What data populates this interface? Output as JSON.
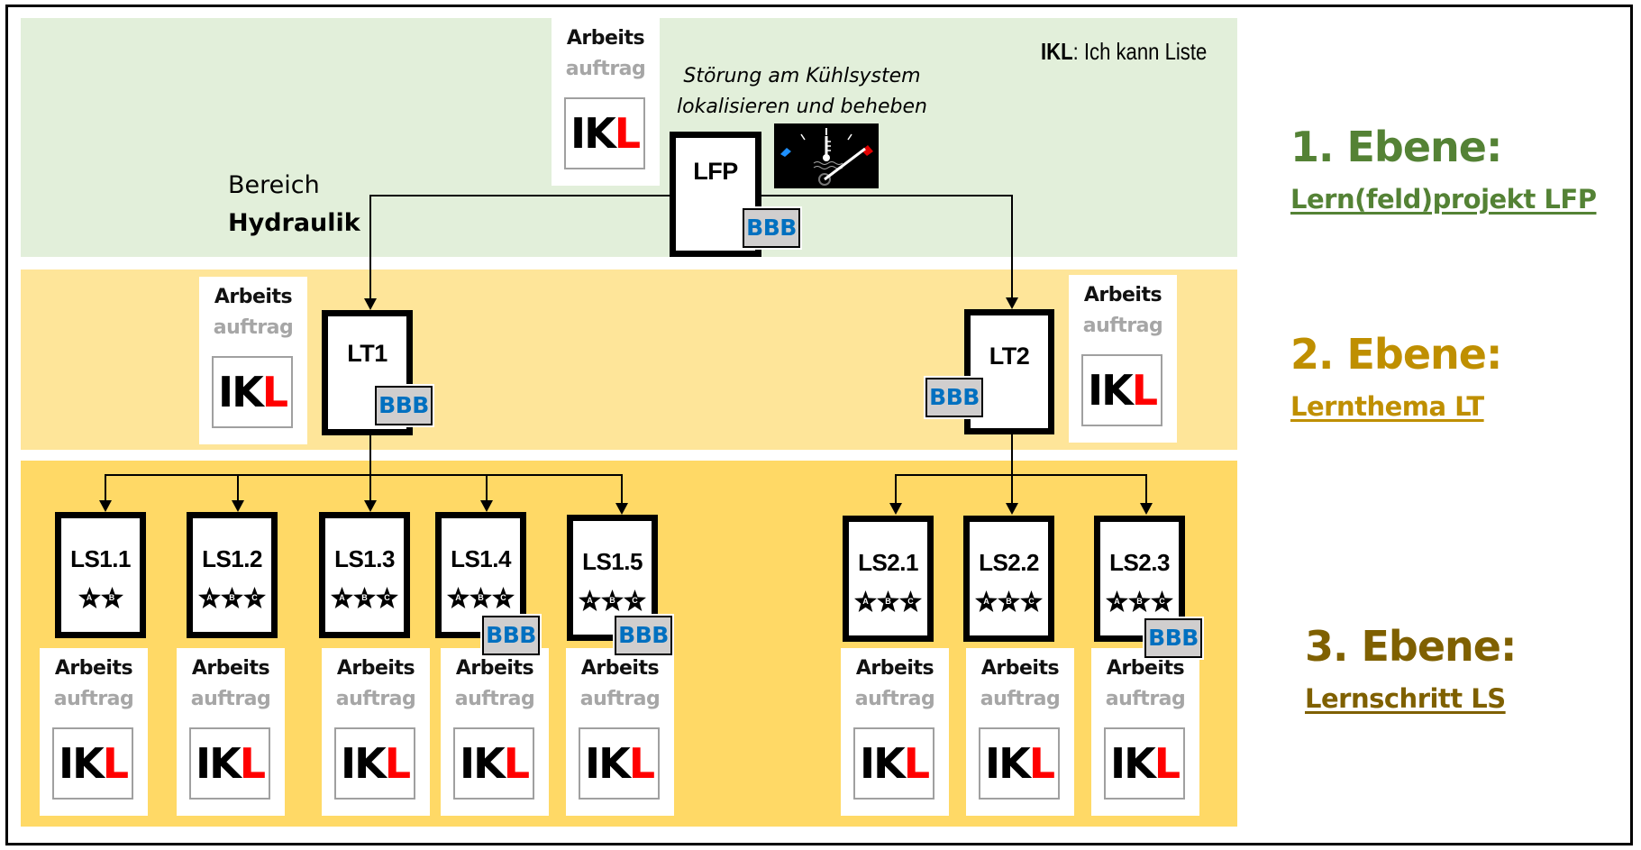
{
  "legend": {
    "abbr": "IKL",
    "text": ": Ich kann Liste"
  },
  "area": {
    "prefix": "Bereich",
    "name": "Hydraulik"
  },
  "project_task": {
    "line1": "Störung am Kühlsystem",
    "line2": "lokalisieren und beheben",
    "icon": "coolant-temperature-gauge-icon"
  },
  "card": {
    "line1": "Arbeits",
    "line2": "auftrag",
    "ikl_black": "IK",
    "ikl_red": "L"
  },
  "bbb_label": "BBB",
  "colors": {
    "level1": "#548235",
    "level2": "#BF8F00",
    "level3": "#7F6000",
    "bbb_text": "#0070C0",
    "ikl_red": "#FF0000",
    "band1": "#E2EFDA",
    "band2": "#FEE599",
    "band3": "#FFD966"
  },
  "levels": [
    {
      "title": "1. Ebene:",
      "subtitle": "Lern(feld)projekt LFP"
    },
    {
      "title": "2. Ebene:",
      "subtitle": "Lernthema LT"
    },
    {
      "title": "3. Ebene:",
      "subtitle": "Lernschritt LS"
    }
  ],
  "nodes": {
    "lfp": {
      "label": "LFP",
      "bbb": true
    },
    "lt": [
      {
        "label": "LT1",
        "bbb": true
      },
      {
        "label": "LT2",
        "bbb": true
      }
    ],
    "ls": [
      {
        "label": "LS1.1",
        "stars": [
          "A",
          "B"
        ],
        "bbb": false
      },
      {
        "label": "LS1.2",
        "stars": [
          "A",
          "B",
          "C"
        ],
        "bbb": false
      },
      {
        "label": "LS1.3",
        "stars": [
          "A",
          "B",
          "C"
        ],
        "bbb": false
      },
      {
        "label": "LS1.4",
        "stars": [
          "A",
          "B",
          "C"
        ],
        "bbb": true
      },
      {
        "label": "LS1.5",
        "stars": [
          "A",
          "B",
          "C"
        ],
        "bbb": true
      },
      {
        "label": "LS2.1",
        "stars": [
          "A",
          "B",
          "C"
        ],
        "bbb": false
      },
      {
        "label": "LS2.2",
        "stars": [
          "A",
          "B",
          "C"
        ],
        "bbb": false
      },
      {
        "label": "LS2.3",
        "stars": [
          "A",
          "B",
          "C"
        ],
        "bbb": true
      }
    ]
  }
}
